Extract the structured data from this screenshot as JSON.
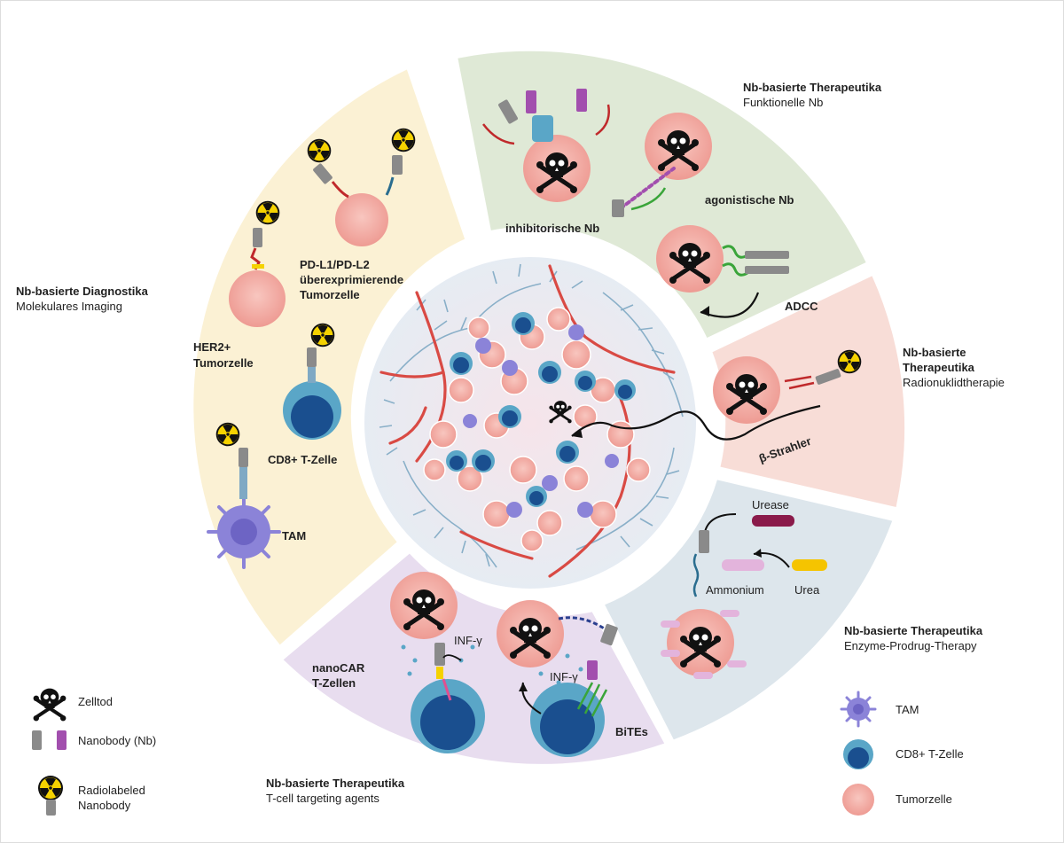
{
  "sections": {
    "diagnostics": {
      "title": "Nb-basierte Diagnostika",
      "subtitle": "Molekulares Imaging"
    },
    "functional": {
      "title": "Nb-basierte Therapeutika",
      "subtitle": "Funktionelle Nb"
    },
    "radionuclide": {
      "title_line1": "Nb-basierte",
      "title_line2": "Therapeutika",
      "subtitle": "Radionuklidtherapie"
    },
    "enzyme": {
      "title": "Nb-basierte Therapeutika",
      "subtitle": "Enzyme-Prodrug-Therapy"
    },
    "tcell": {
      "title": "Nb-basierte Therapeutika",
      "subtitle": "T-cell targeting agents"
    }
  },
  "labels": {
    "pdl1_line1": "PD-L1/PD-L2",
    "pdl1_line2": "überexprimierende",
    "pdl1_line3": "Tumorzelle",
    "her2_line1": "HER2+",
    "her2_line2": "Tumorzelle",
    "cd8": "CD8+ T-Zelle",
    "tam": "TAM",
    "inhibitory": "inhibitorische Nb",
    "agonistic": "agonistische Nb",
    "adcc": "ADCC",
    "beta": "β-Strahler",
    "urease": "Urease",
    "ammonium": "Ammonium",
    "urea": "Urea",
    "nanocar_line1": "nanoCAR",
    "nanocar_line2": "T-Zellen",
    "infg": "INF-γ",
    "bites": "BiTEs"
  },
  "legend_left": [
    {
      "label": "Zelltod"
    },
    {
      "label": "Nanobody (Nb)"
    },
    {
      "label_line1": "Radiolabeled",
      "label_line2": "Nanobody"
    }
  ],
  "legend_right": [
    {
      "label": "TAM"
    },
    {
      "label": "CD8+ T-Zelle"
    },
    {
      "label": "Tumorzelle"
    }
  ],
  "colors": {
    "diagnostics_bg": "#fbf1d4",
    "functional_bg": "#dfe9d6",
    "radionuclide_bg": "#f8ddd7",
    "enzyme_bg": "#dde6ec",
    "tcell_bg": "#e8ddef",
    "tumor": "#f2a7a0",
    "tcell": "#1a4f8f",
    "tcell_rim": "#5aa6c7",
    "tam": "#8b83d8",
    "vessel": "#d94a44",
    "radio_yellow": "#f5d200"
  }
}
